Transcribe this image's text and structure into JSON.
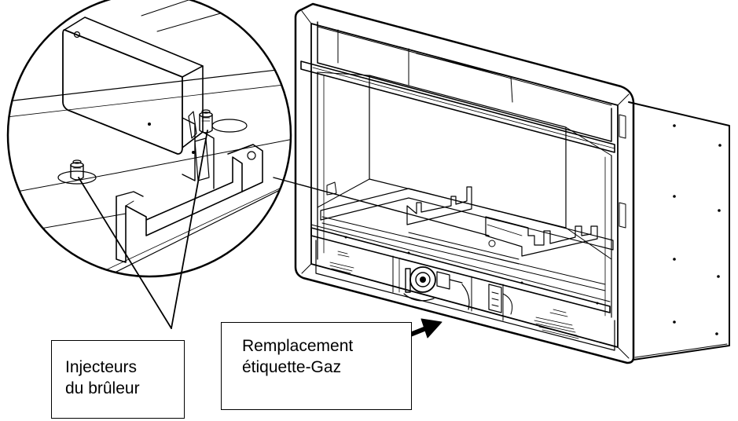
{
  "callouts": {
    "injectors": {
      "line1": "Injecteurs",
      "line2": "du brûleur"
    },
    "gas_label": {
      "line1": "Remplacement",
      "line2": "étiquette-Gaz"
    }
  },
  "colors": {
    "line": "#000000",
    "background": "#ffffff",
    "shade": "#d0d0d0"
  },
  "icons": {
    "arrow": "arrow-right-icon"
  }
}
